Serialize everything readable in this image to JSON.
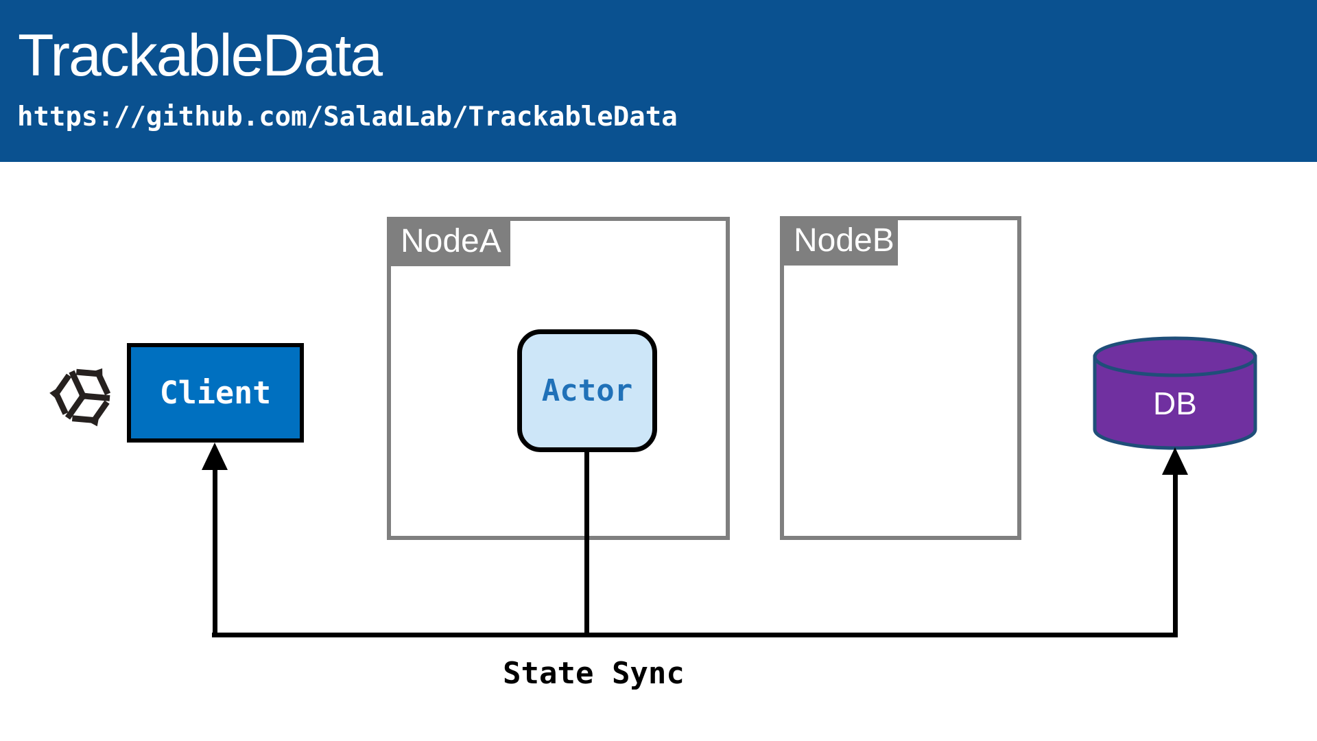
{
  "header": {
    "title": "TrackableData",
    "url": "https://github.com/SaladLab/TrackableData"
  },
  "diagram": {
    "client": {
      "label": "Client"
    },
    "node_a": {
      "label": "NodeA"
    },
    "node_b": {
      "label": "NodeB"
    },
    "actor": {
      "label": "Actor"
    },
    "db": {
      "label": "DB"
    },
    "edge_label": "State Sync",
    "unity_icon": "unity-3d-cube-logo"
  },
  "colors": {
    "header_bg": "#0A5190",
    "title_text": "#FFFFFF",
    "client_fill": "#0070C0",
    "client_text": "#FFFFFF",
    "node_gray": "#7F7F7F",
    "node_tab_text": "#FFFFFF",
    "actor_fill": "#CDE6F8",
    "actor_text": "#2071B8",
    "db_fill": "#7030A0",
    "db_border": "#1F4E79",
    "db_text": "#FFFFFF",
    "connector_black": "#000000",
    "unity_logo": "#26211F",
    "canvas_bg": "#FFFFFF"
  }
}
